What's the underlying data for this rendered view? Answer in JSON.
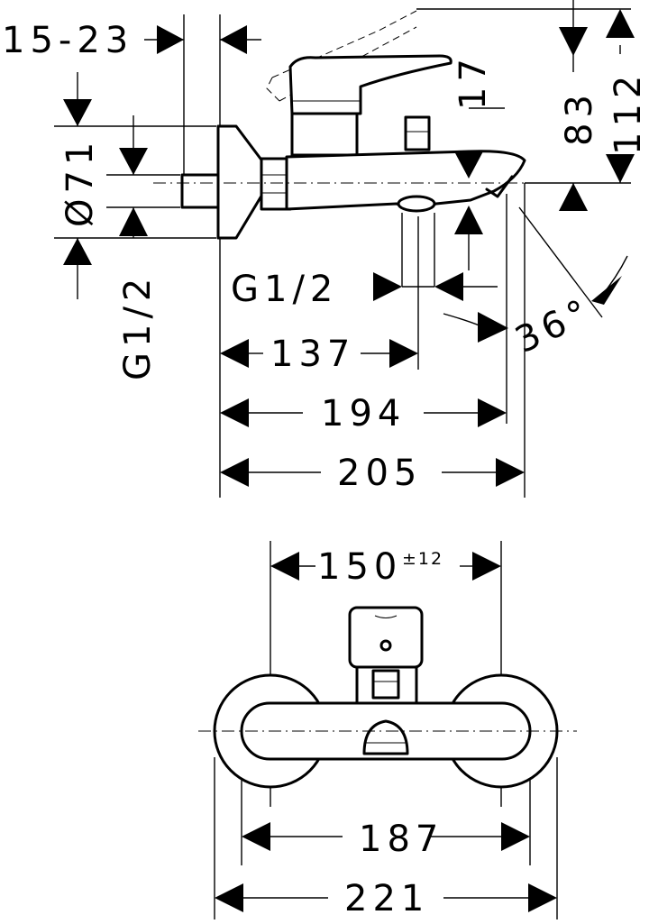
{
  "dimensions": {
    "wall_thickness": "15-23",
    "rosette_diameter": "Ø71",
    "inlet_thread": "G1/2",
    "height_lever_offset": "17",
    "height_spout": "83",
    "height_total": "112",
    "outlet_thread": "G1/2",
    "spout_angle": "36°",
    "depth_outlet": "137",
    "depth_spout": "194",
    "depth_total": "205",
    "centre_distance": "150",
    "centre_tolerance": "±12",
    "body_width": "187",
    "total_width": "221"
  }
}
